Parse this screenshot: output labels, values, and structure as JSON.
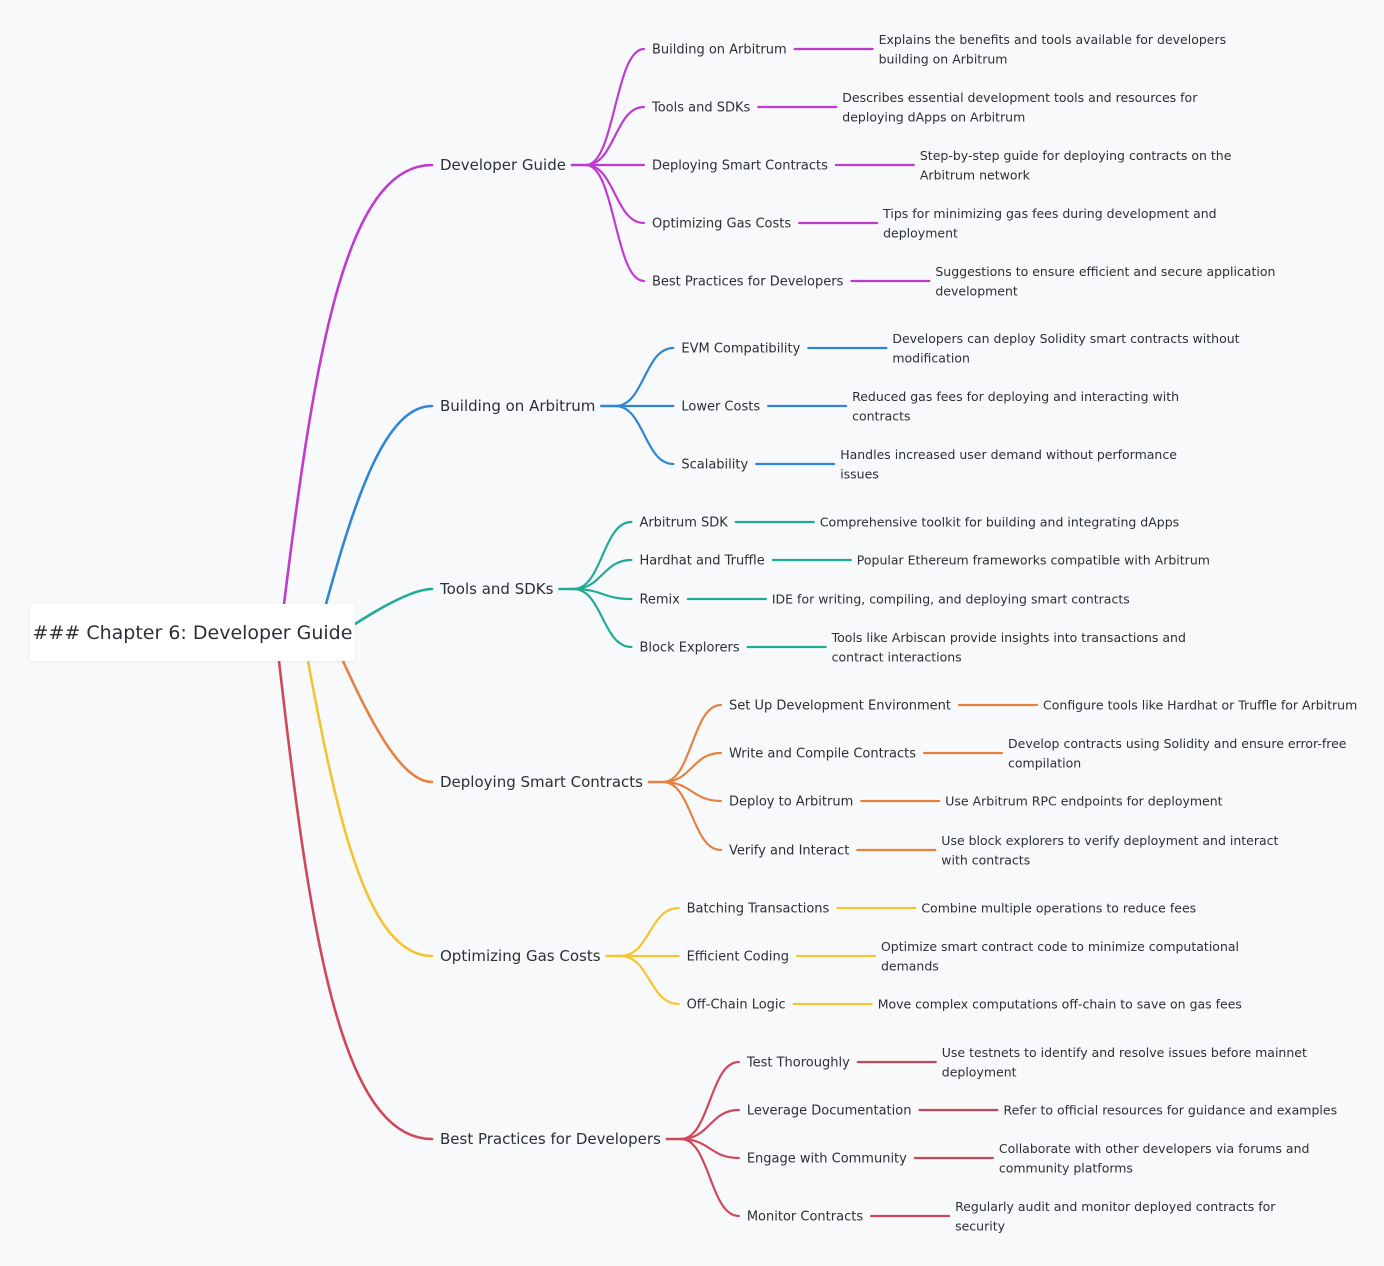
{
  "root": {
    "title": "### Chapter 6: Developer Guide"
  },
  "branches": [
    {
      "label": "Developer Guide",
      "color": "#c03ad0",
      "children": [
        {
          "label": "Building on Arbitrum",
          "desc": [
            "Explains the benefits and tools available for developers",
            "building on Arbitrum"
          ]
        },
        {
          "label": "Tools and SDKs",
          "desc": [
            "Describes essential development tools and resources for",
            "deploying dApps on Arbitrum"
          ]
        },
        {
          "label": "Deploying Smart Contracts",
          "desc": [
            "Step-by-step guide for deploying contracts on the",
            "Arbitrum network"
          ]
        },
        {
          "label": "Optimizing Gas Costs",
          "desc": [
            "Tips for minimizing gas fees during development and",
            "deployment"
          ]
        },
        {
          "label": "Best Practices for Developers",
          "desc": [
            "Suggestions to ensure efficient and secure application",
            "development"
          ]
        }
      ]
    },
    {
      "label": "Building on Arbitrum",
      "color": "#2f86d6",
      "children": [
        {
          "label": "EVM Compatibility",
          "desc": [
            "Developers can deploy Solidity smart contracts without",
            "modification"
          ]
        },
        {
          "label": "Lower Costs",
          "desc": [
            "Reduced gas fees for deploying and interacting with",
            "contracts"
          ]
        },
        {
          "label": "Scalability",
          "desc": [
            "Handles increased user demand without performance",
            "issues"
          ]
        }
      ]
    },
    {
      "label": "Tools and SDKs",
      "color": "#1fab98",
      "children": [
        {
          "label": "Arbitrum SDK",
          "desc": [
            "Comprehensive toolkit for building and integrating dApps"
          ]
        },
        {
          "label": "Hardhat and Truffle",
          "desc": [
            "Popular Ethereum frameworks compatible with Arbitrum"
          ]
        },
        {
          "label": "Remix",
          "desc": [
            "IDE for writing, compiling, and deploying smart contracts"
          ]
        },
        {
          "label": "Block Explorers",
          "desc": [
            "Tools like Arbiscan provide insights into transactions and",
            "contract interactions"
          ]
        }
      ]
    },
    {
      "label": "Deploying Smart Contracts",
      "color": "#e6813f",
      "children": [
        {
          "label": "Set Up Development Environment",
          "desc": [
            "Configure tools like Hardhat or Truffle for Arbitrum"
          ]
        },
        {
          "label": "Write and Compile Contracts",
          "desc": [
            "Develop contracts using Solidity and ensure error-free",
            "compilation"
          ]
        },
        {
          "label": "Deploy to Arbitrum",
          "desc": [
            "Use Arbitrum RPC endpoints for deployment"
          ]
        },
        {
          "label": "Verify and Interact",
          "desc": [
            "Use block explorers to verify deployment and interact",
            "with contracts"
          ]
        }
      ]
    },
    {
      "label": "Optimizing Gas Costs",
      "color": "#f4c431",
      "children": [
        {
          "label": "Batching Transactions",
          "desc": [
            "Combine multiple operations to reduce fees"
          ]
        },
        {
          "label": "Efficient Coding",
          "desc": [
            "Optimize smart contract code to minimize computational",
            "demands"
          ]
        },
        {
          "label": "Off-Chain Logic",
          "desc": [
            "Move complex computations off-chain to save on gas fees"
          ]
        }
      ]
    },
    {
      "label": "Best Practices for Developers",
      "color": "#d0475b",
      "children": [
        {
          "label": "Test Thoroughly",
          "desc": [
            "Use testnets to identify and resolve issues before mainnet",
            "deployment"
          ]
        },
        {
          "label": "Leverage Documentation",
          "desc": [
            "Refer to official resources for guidance and examples"
          ]
        },
        {
          "label": "Engage with Community",
          "desc": [
            "Collaborate with other developers via forums and",
            "community platforms"
          ]
        },
        {
          "label": "Monitor Contracts",
          "desc": [
            "Regularly audit and monitor deployed contracts for",
            "security"
          ]
        }
      ]
    }
  ]
}
